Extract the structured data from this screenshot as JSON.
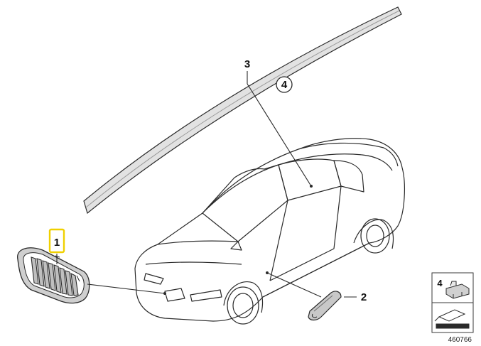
{
  "callouts": {
    "part_1": "1",
    "part_2": "2",
    "part_3": "3",
    "note_4": "4"
  },
  "legend": {
    "part_4": "4"
  },
  "diagram_number": "460766",
  "colors": {
    "highlight_box": "#f0d000",
    "line": "#2a2a2a",
    "trim_fill": "#d9d9d9",
    "grille_fill": "#bfbfbf"
  }
}
